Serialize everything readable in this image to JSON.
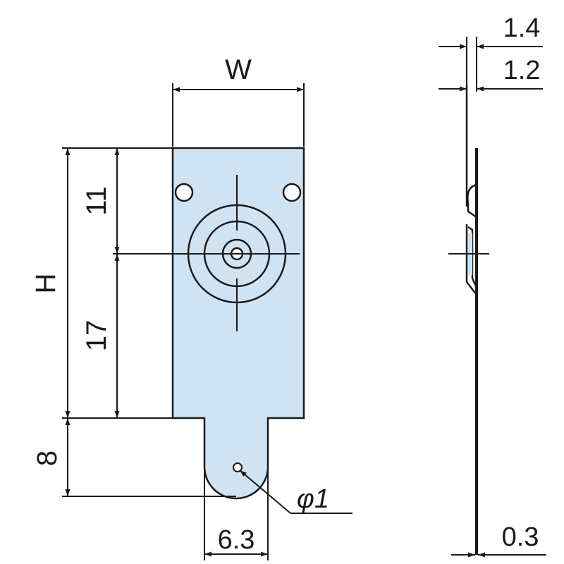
{
  "labels": {
    "width": "W",
    "height": "H",
    "dim_upper": "11",
    "dim_lower": "17",
    "dim_tab": "8",
    "dim_tab_width": "6.3",
    "hole_diameter": "φ1",
    "thickness_outer": "1.4",
    "thickness_inner": "1.2",
    "thickness_sheet": "0.3"
  },
  "colors": {
    "plate_fill": "#cfe3f2",
    "line": "#1a1a1a",
    "background": "#ffffff"
  }
}
